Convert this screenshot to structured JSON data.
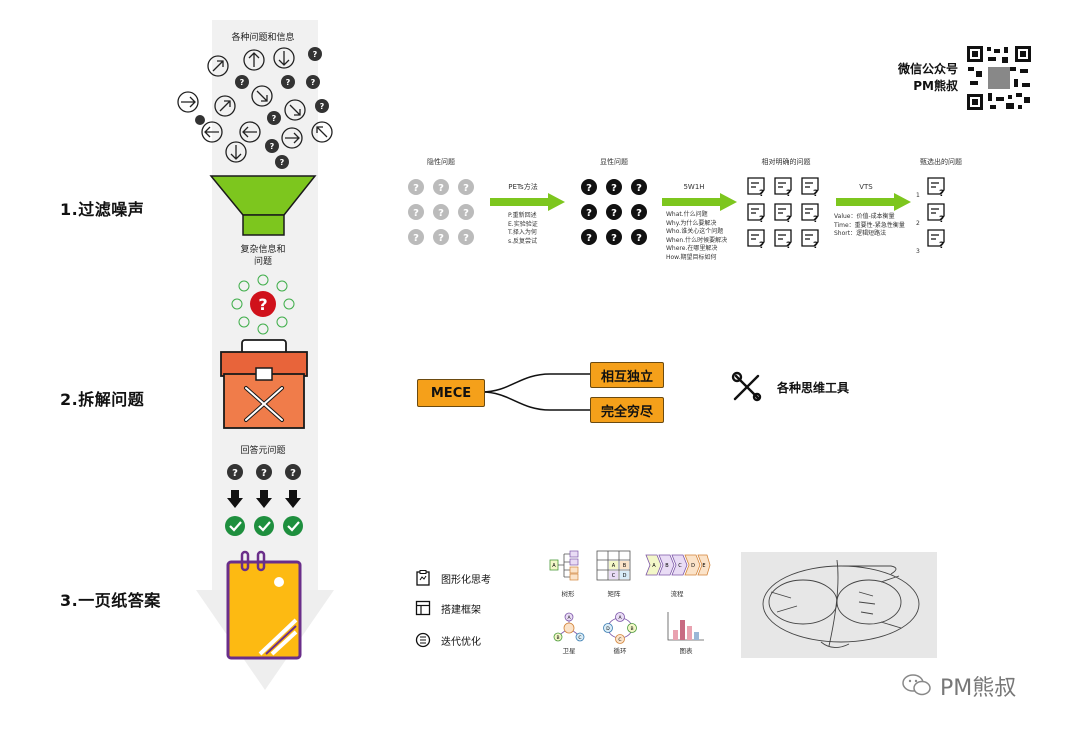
{
  "funnel": {
    "top_label": "各种问题和信息",
    "middle_label_1": "复杂信息和",
    "middle_label_2": "问题",
    "bottom_label": "回答元问题"
  },
  "steps": [
    {
      "label": "1.过滤噪声"
    },
    {
      "label": "2.拆解问题"
    },
    {
      "label": "3.一页纸答案"
    }
  ],
  "header_right": {
    "line1": "微信公众号",
    "line2": "PM熊叔"
  },
  "process": {
    "col1_title": "隐性问题",
    "arrow1_title": "PETs方法",
    "arrow1_notes": [
      "P.重新回述",
      "E.实验验证",
      "T.择入为何",
      "s.反复尝试"
    ],
    "col2_title": "显性问题",
    "arrow2_title": "5W1H",
    "arrow2_notes": [
      "What.什么问题",
      "Why.为什么要解决",
      "Who.谁关心这个问题",
      "When.什么时候要解决",
      "Where.在哪里解决",
      "How.期望目标如何"
    ],
    "col3_title": "相对明确的问题",
    "arrow3_title": "VTS",
    "arrow3_notes": [
      "Value：价值-成本衡量",
      "Time：重要性-紧急性衡量",
      "Short：逻辑短路法"
    ],
    "col4_title": "甄选出的问题",
    "col4_numbers": [
      "1",
      "2",
      "3"
    ]
  },
  "mece": {
    "root": "MECE",
    "branch1": "相互独立",
    "branch2": "完全穷尽",
    "tools_label": "各种思维工具"
  },
  "legend": [
    {
      "icon": "clipboard-icon",
      "label": "图形化思考"
    },
    {
      "icon": "layout-icon",
      "label": "搭建框架"
    },
    {
      "icon": "iterate-icon",
      "label": "迭代优化"
    }
  ],
  "diagram_types": [
    "树形",
    "矩阵",
    "流程",
    "卫星",
    "循环",
    "图表"
  ],
  "diagram_letters": {
    "a": "A",
    "b": "B",
    "c": "C",
    "d": "D",
    "e": "E"
  },
  "watermark": "PM熊叔",
  "colors": {
    "green": "#7DC61E",
    "orange": "#F5A01A",
    "red": "#D0111B",
    "check": "#1E8F3E",
    "toolbox": "#E8643A",
    "notepad": "#FDBA12",
    "notepad_border": "#6A2E8A"
  }
}
